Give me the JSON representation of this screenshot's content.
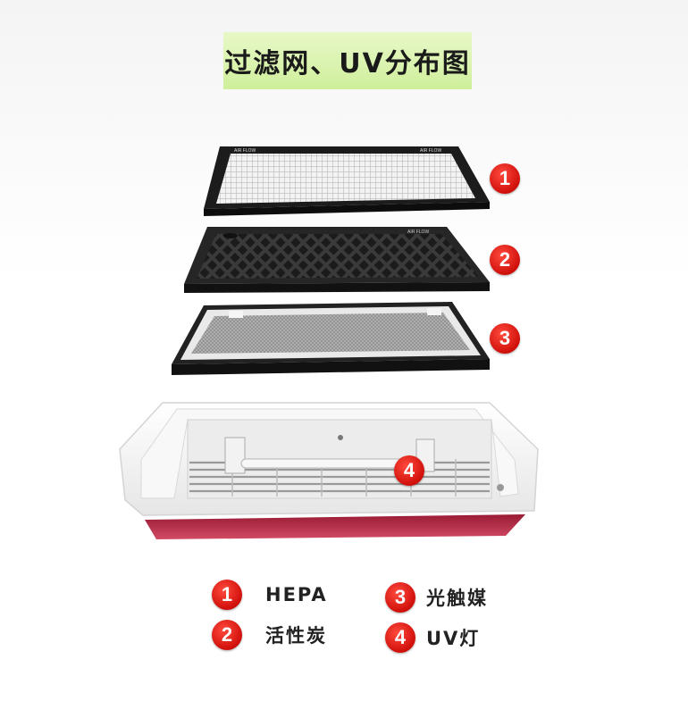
{
  "header": {
    "title": "过滤网、UV分布图"
  },
  "filters": [
    {
      "number": "1",
      "print": "AIR FLOW"
    },
    {
      "number": "2",
      "print": "AIR FLOW"
    },
    {
      "number": "3"
    },
    {
      "number": "4"
    }
  ],
  "legend": [
    {
      "number": "1",
      "label": "HEPA"
    },
    {
      "number": "2",
      "label": "活性炭"
    },
    {
      "number": "3",
      "label": "光触媒"
    },
    {
      "number": "4",
      "label": "UV灯"
    }
  ],
  "colors": {
    "badge": "#d0100b",
    "title_bg": "#cfef9b",
    "housing_red": "#c2334f"
  }
}
